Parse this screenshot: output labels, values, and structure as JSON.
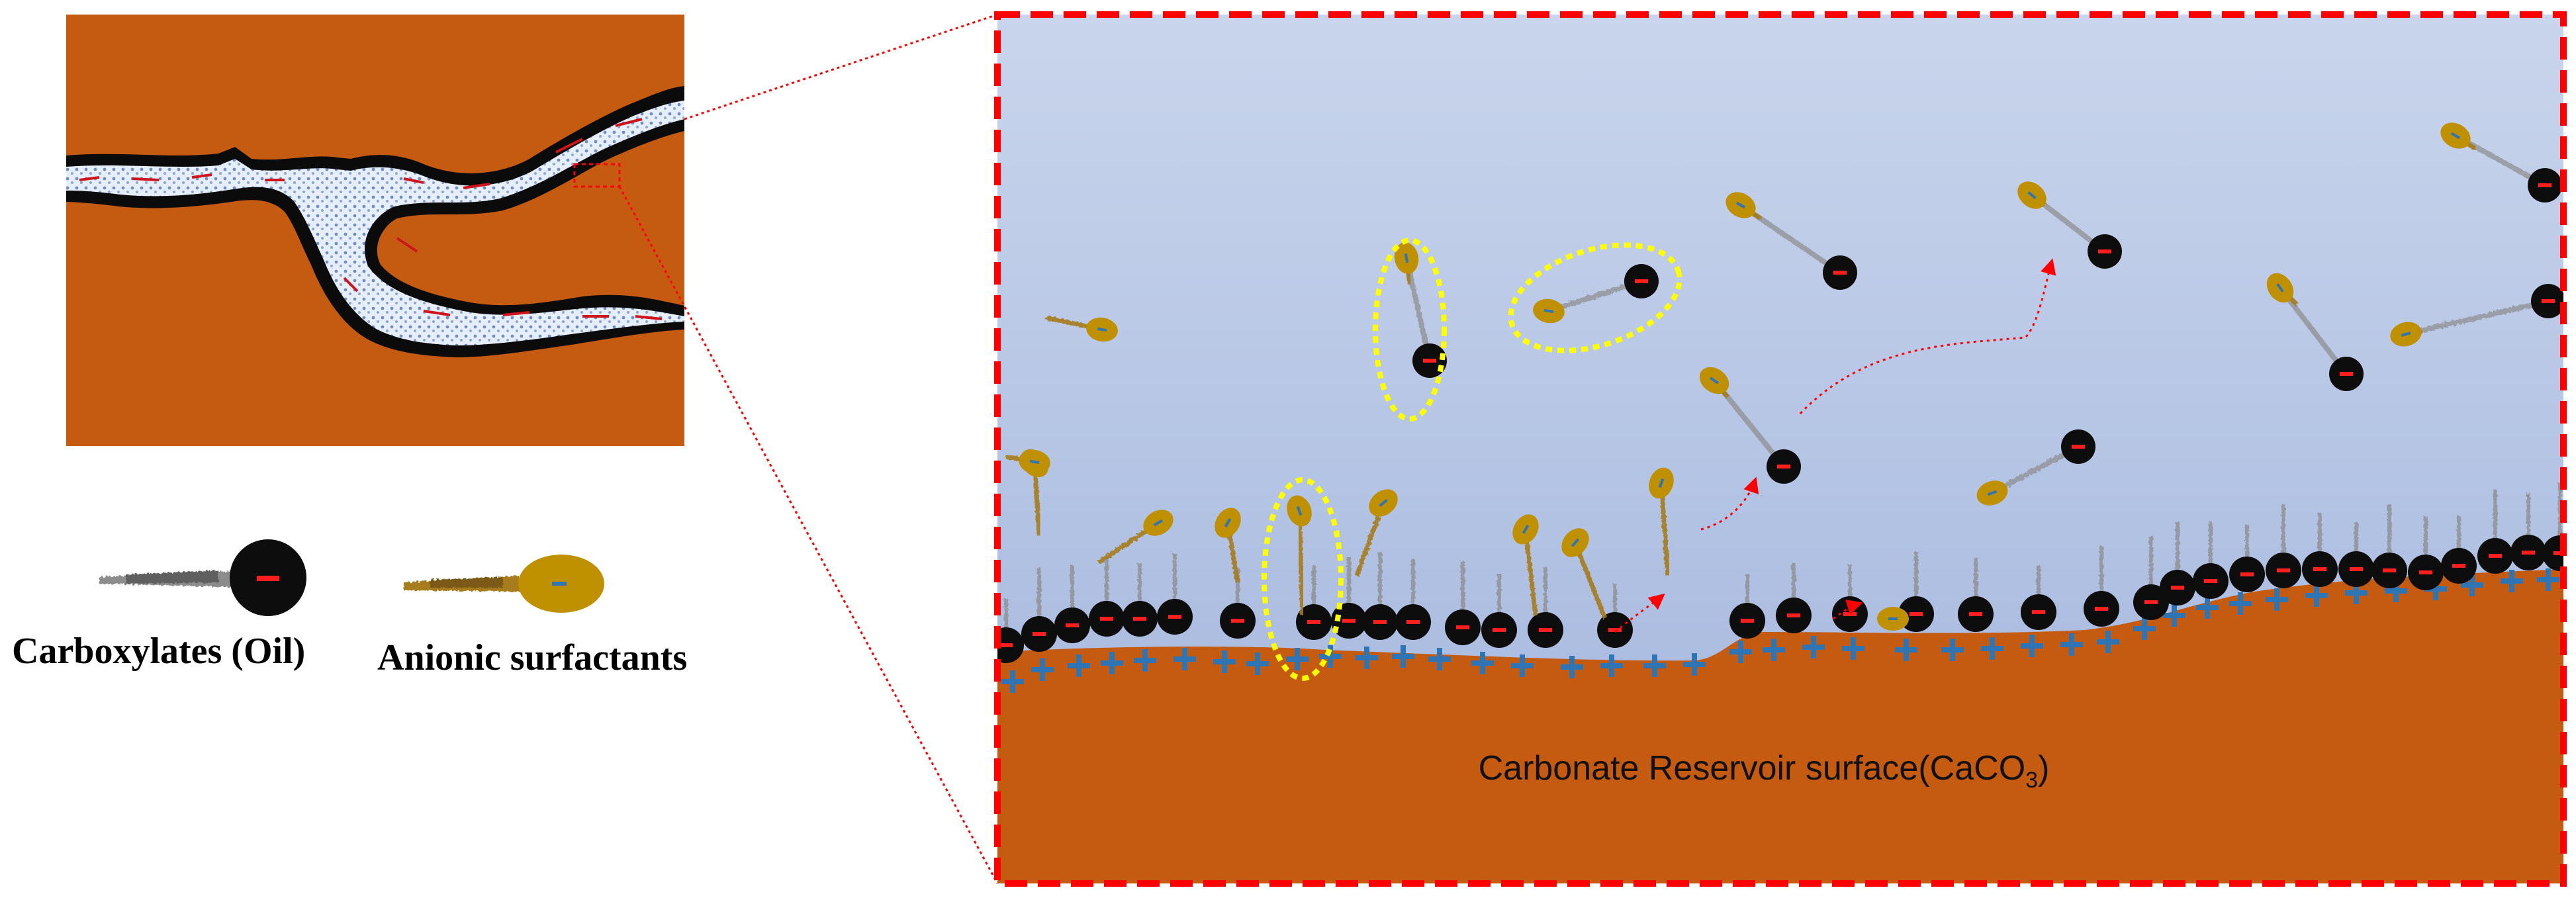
{
  "legend": {
    "carboxylate_label": "Carboxylates (Oil)",
    "surfactant_label": "Anionic surfactants",
    "carboxylate_charge": "−",
    "surfactant_charge": "−"
  },
  "surface": {
    "label_main": "Carbonate Reservoir surface(CaCO",
    "label_sub": "3",
    "label_end": ")",
    "positive_charge": "+",
    "negative_charge": "−"
  },
  "colors": {
    "rock": "#c55a11",
    "rock_dark": "#9e4510",
    "water_top": "#c6d3ea",
    "water_bottom": "#a6b9df",
    "oil_head": "#0d0d0d",
    "surfactant_head": "#bf9000",
    "surfactant_tail": "#a67c1e",
    "oil_tail": "#8c8c8c",
    "minus_sign": "#ff1e1e",
    "plus_sign": "#2e75b6",
    "highlight": "#ffff00",
    "frame": "#ff0000",
    "pore_fill": "#dbe6f5"
  }
}
